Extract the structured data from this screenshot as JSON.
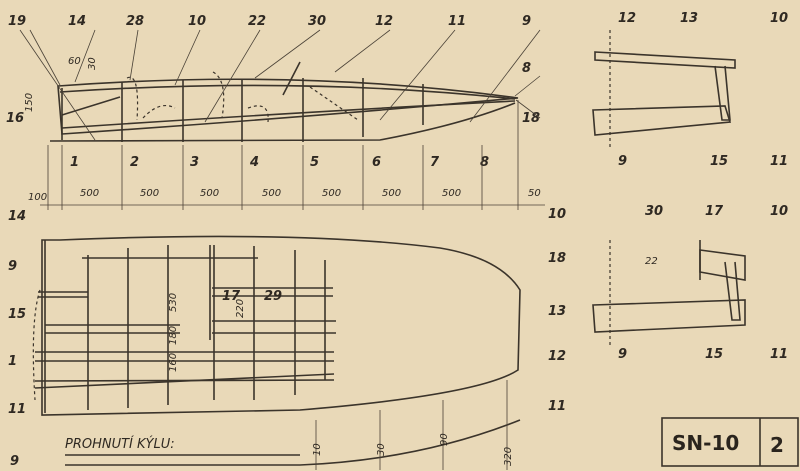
{
  "side_view": {
    "part_labels": [
      "19",
      "14",
      "28",
      "10",
      "22",
      "30",
      "12",
      "11",
      "9",
      "8",
      "18",
      "16"
    ],
    "frame_labels": [
      "1",
      "2",
      "3",
      "4",
      "5",
      "6",
      "7",
      "8"
    ],
    "dimensions": [
      "100",
      "500",
      "500",
      "500",
      "500",
      "500",
      "500",
      "500",
      "50"
    ],
    "small_dims": [
      "60",
      "30",
      "150"
    ]
  },
  "plan_view": {
    "part_labels": [
      "14",
      "9",
      "15",
      "1",
      "11",
      "17",
      "29",
      "10",
      "18",
      "13",
      "12",
      "11"
    ],
    "dimensions": [
      "530",
      "180",
      "160",
      "220"
    ]
  },
  "section_top": {
    "labels": [
      "12",
      "13",
      "10",
      "9",
      "15",
      "11"
    ]
  },
  "section_bottom": {
    "labels": [
      "30",
      "17",
      "10",
      "22",
      "9",
      "15",
      "11"
    ]
  },
  "keel_bend": {
    "title": "PROHNUTÍ KÝLU:",
    "label": "9",
    "values": [
      "10",
      "30",
      "90",
      "320"
    ]
  },
  "title_block": {
    "model": "SN-10",
    "sheet": "2"
  }
}
